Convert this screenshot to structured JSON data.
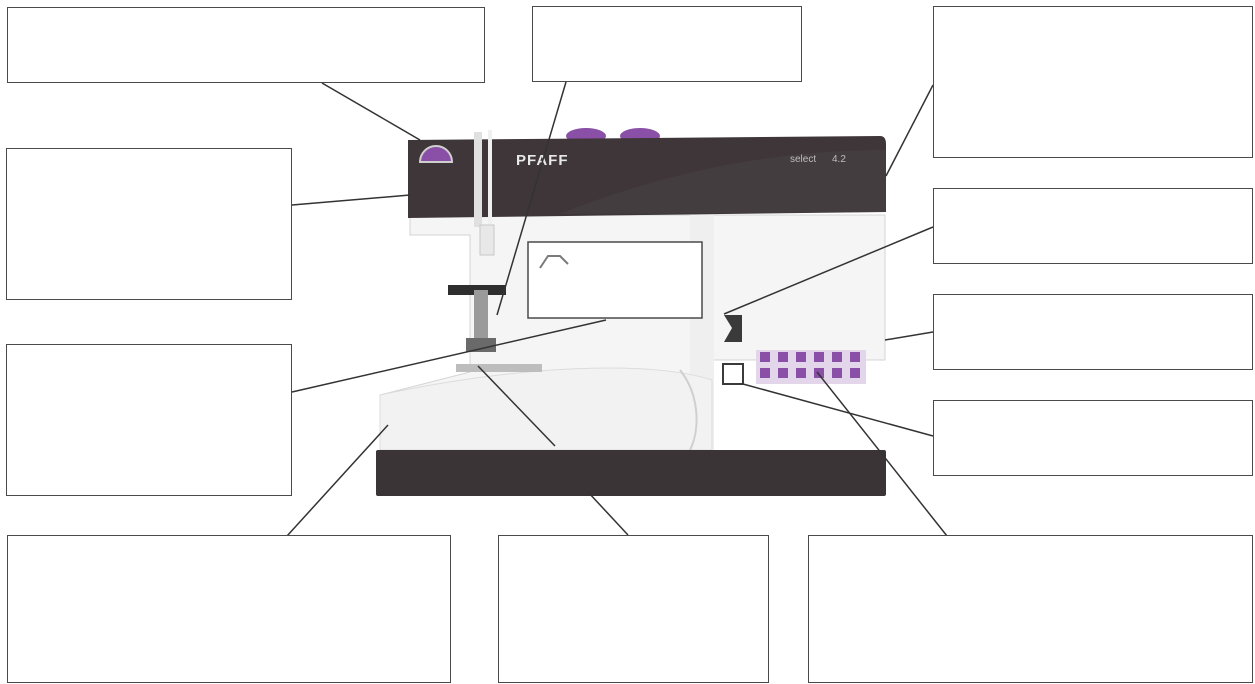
{
  "machine": {
    "brand": "PFAFF",
    "model_name": "select",
    "model_number": "4.2",
    "colors": {
      "body": "#f4f4f4",
      "top_panel": "#3e3638",
      "base": "#3a3436",
      "accent": "#8a4fa6"
    }
  },
  "label_boxes": [
    {
      "id": "top-left",
      "text": ""
    },
    {
      "id": "top-center",
      "text": ""
    },
    {
      "id": "top-right",
      "text": ""
    },
    {
      "id": "left-upper",
      "text": ""
    },
    {
      "id": "left-lower",
      "text": ""
    },
    {
      "id": "right-1",
      "text": ""
    },
    {
      "id": "right-2",
      "text": ""
    },
    {
      "id": "right-3",
      "text": ""
    },
    {
      "id": "bottom-left",
      "text": ""
    },
    {
      "id": "bottom-center",
      "text": ""
    },
    {
      "id": "bottom-right",
      "text": ""
    }
  ]
}
